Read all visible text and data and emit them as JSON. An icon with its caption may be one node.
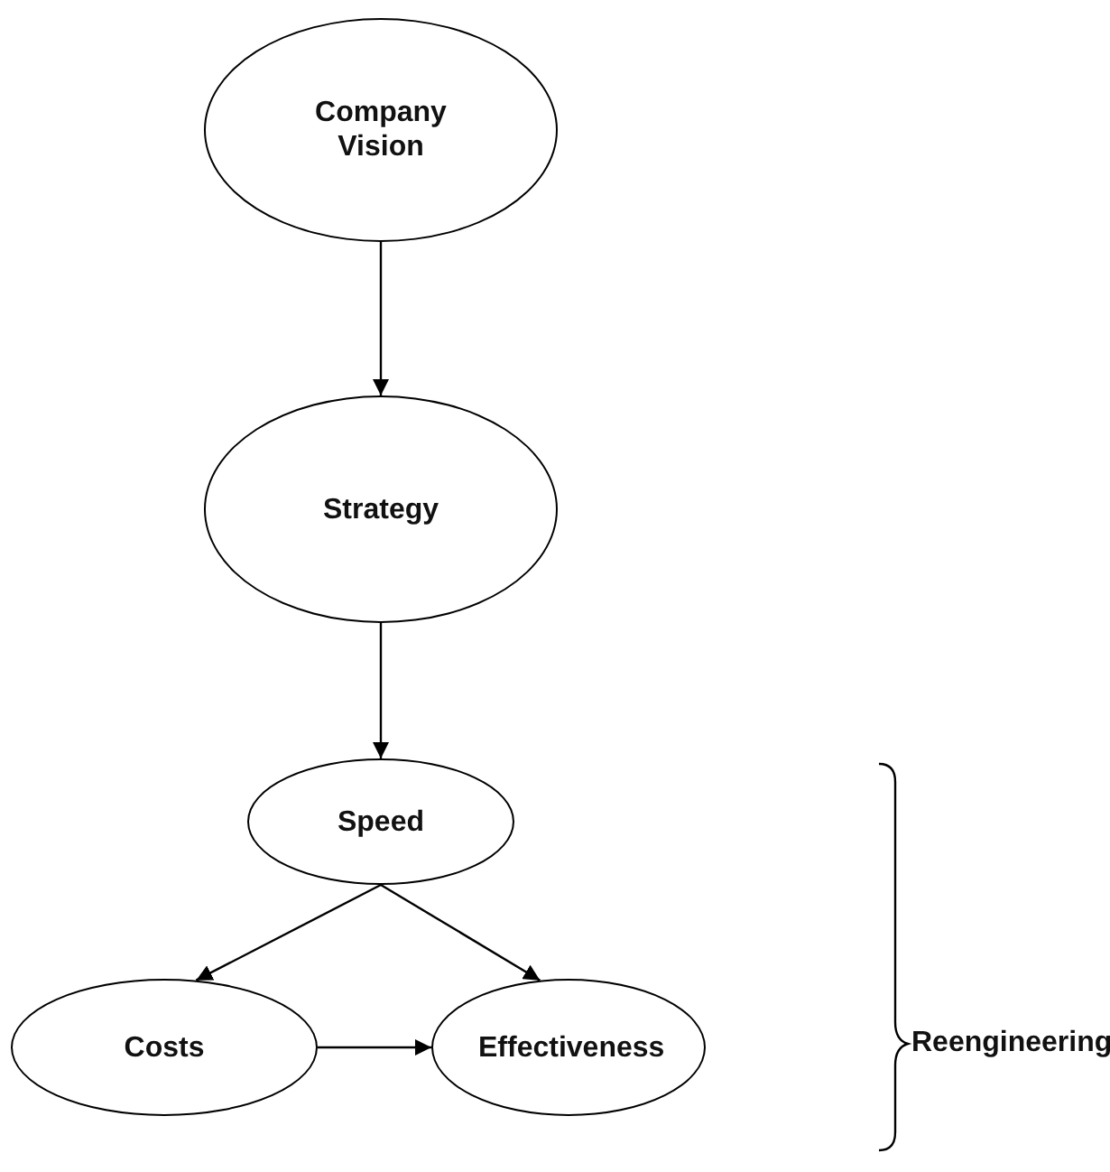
{
  "diagram": {
    "nodes": [
      {
        "text": [
          "Company Vision"
        ]
      },
      {
        "text": [
          "Strategy"
        ]
      },
      {
        "text": [
          "Speed"
        ]
      },
      {
        "text": [
          "Costs"
        ]
      },
      {
        "text": [
          "Effectiveness"
        ]
      }
    ],
    "edges": [
      {
        "from": 0,
        "to": 1,
        "arrow": "to"
      },
      {
        "from": 1,
        "to": 2,
        "arrow": "to"
      },
      {
        "from": 2,
        "to": 3,
        "arrow": "to"
      },
      {
        "from": 2,
        "to": 4,
        "arrow": "to"
      },
      {
        "from": 3,
        "to": 4,
        "arrow": "to"
      }
    ],
    "labels": [
      "Reengineering"
    ]
  }
}
